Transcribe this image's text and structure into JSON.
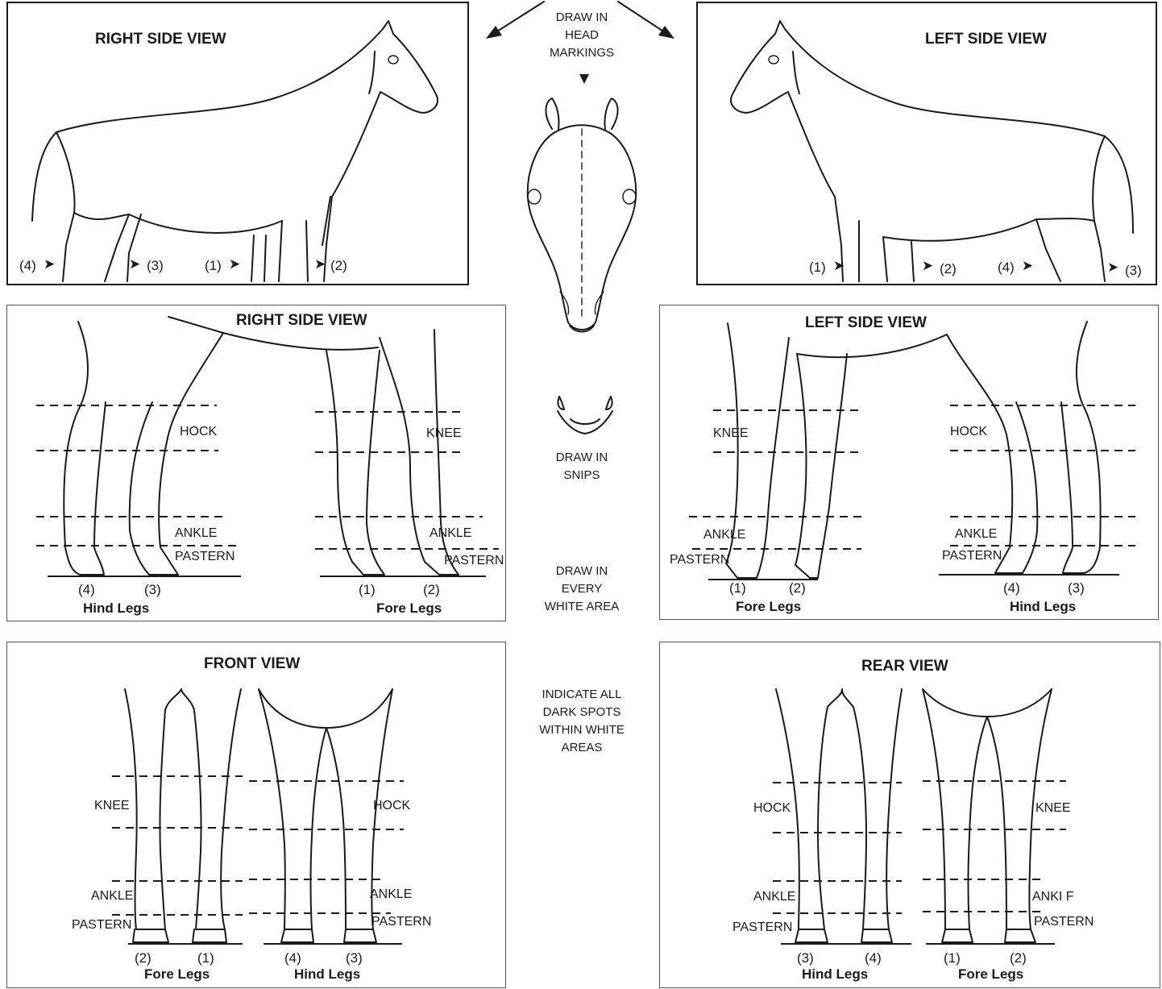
{
  "panels": {
    "top_right_view": {
      "title": "RIGHT SIDE VIEW",
      "markers": [
        "(4)",
        "(3)",
        "(1)",
        "(2)"
      ]
    },
    "top_left_view": {
      "title": "LEFT SIDE VIEW",
      "markers": [
        "(1)",
        "(2)",
        "(4)",
        "(3)"
      ]
    },
    "legs_right_view": {
      "title": "RIGHT SIDE VIEW",
      "labels": {
        "hock": "HOCK",
        "knee": "KNEE",
        "ankle_a": "ANKLE",
        "pastern_a": "PASTERN",
        "ankle_b": "ANKLE",
        "pastern_b": "PASTERN"
      },
      "numbers": [
        "(4)",
        "(3)",
        "(1)",
        "(2)"
      ],
      "group_hind": "Hind Legs",
      "group_fore": "Fore Legs"
    },
    "legs_left_view": {
      "title": "LEFT SIDE VIEW",
      "labels": {
        "knee": "KNEE",
        "hock": "HOCK",
        "ankle_a": "ANKLE",
        "pastern_a": "PASTERN",
        "ankle_b": "ANKLE",
        "pastern_b": "PASTERN"
      },
      "numbers": [
        "(1)",
        "(2)",
        "(4)",
        "(3)"
      ],
      "group_fore": "Fore Legs",
      "group_hind": "Hind Legs"
    },
    "front_view": {
      "title": "FRONT VIEW",
      "labels": {
        "knee": "KNEE",
        "hock": "HOCK",
        "ankle_a": "ANKLE",
        "pastern_a": "PASTERN",
        "ankle_b": "ANKLE",
        "pastern_b": "PASTERN"
      },
      "numbers": [
        "(2)",
        "(1)",
        "(4)",
        "(3)"
      ],
      "group_fore": "Fore Legs",
      "group_hind": "Hind Legs"
    },
    "rear_view": {
      "title": "REAR VIEW",
      "labels": {
        "hock": "HOCK",
        "knee": "KNEE",
        "ankle_a": "ANKLE",
        "pastern_a": "PASTERN",
        "ankle_b": "ANKI F",
        "pastern_b": "PASTERN"
      },
      "numbers": [
        "(3)",
        "(4)",
        "(1)",
        "(2)"
      ],
      "group_hind": "Hind Legs",
      "group_fore": "Fore Legs"
    }
  },
  "center": {
    "head_markings": [
      "DRAW IN",
      "HEAD",
      "MARKINGS"
    ],
    "snips": [
      "DRAW IN",
      "SNIPS"
    ],
    "white_area": [
      "DRAW IN",
      "EVERY",
      "WHITE AREA"
    ],
    "dark_spots": [
      "INDICATE ALL",
      "DARK SPOTS",
      "WITHIN WHITE",
      "AREAS"
    ]
  }
}
